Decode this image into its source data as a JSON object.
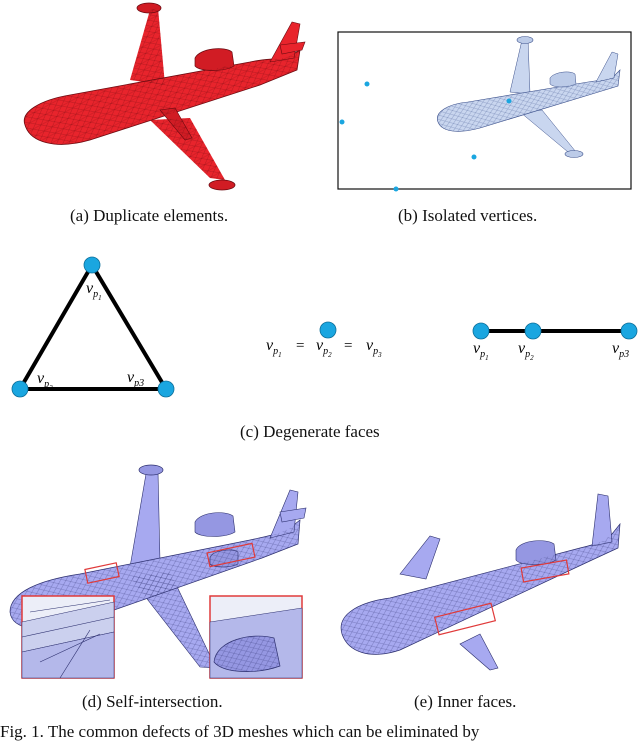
{
  "panels": {
    "a": {
      "caption": "(a)  Duplicate elements."
    },
    "b": {
      "caption": "(b)  Isolated vertices."
    },
    "c": {
      "caption": "(c)  Degenerate faces",
      "labels": {
        "v": "v",
        "p": "p",
        "sub1": "1",
        "sub2": "2",
        "sub3": "3",
        "equals": "="
      }
    },
    "d": {
      "caption": "(d)  Self-intersection."
    },
    "e": {
      "caption": "(e)  Inner faces."
    }
  },
  "figure_caption": "Fig. 1.   The common defects of 3D meshes which can be eliminated by",
  "colors": {
    "red_mesh": "#e8242c",
    "blue_mesh": "#a7a9f0",
    "light_blue_mesh": "#c9d6ef",
    "vertex": "#1aa6e0",
    "highlight": "#e03a3a"
  }
}
